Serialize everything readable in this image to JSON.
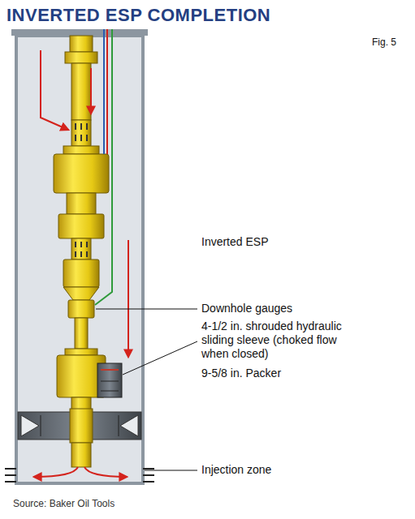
{
  "diagram": {
    "title": "INVERTED ESP COMPLETION",
    "caption": "Source: Baker Oil Tools",
    "labels": [
      "Fig. 5",
      "Inverted ESP",
      "Downhole gauges",
      "4-1/2 in. shrouded hydraulic sliding sleeve (choked flow when closed)",
      "9-5/8 in. Packer",
      "Injection zone"
    ]
  }
}
